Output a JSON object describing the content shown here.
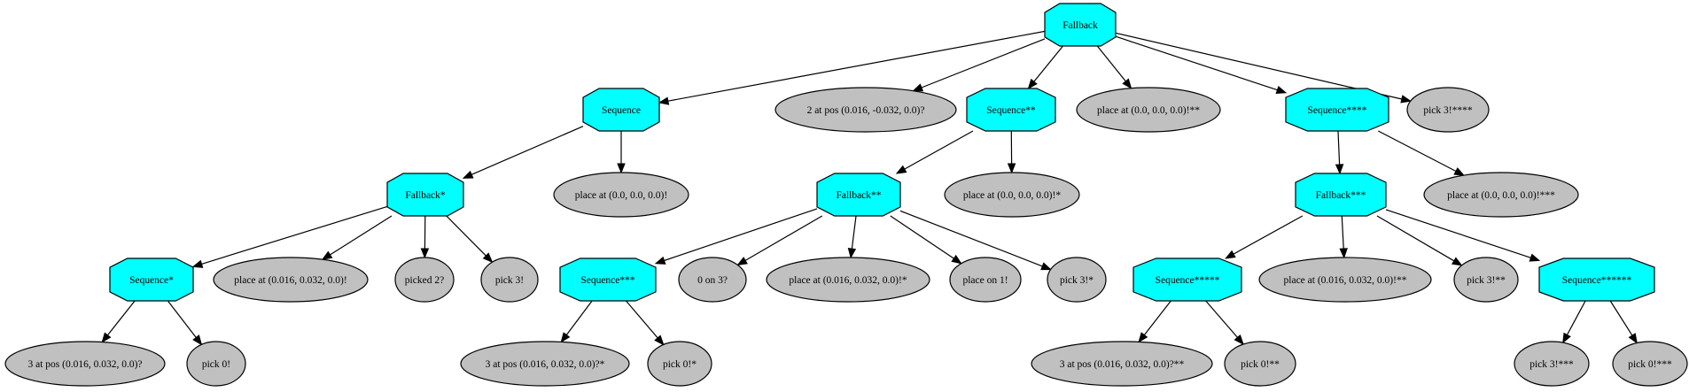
{
  "diagram": {
    "colors": {
      "control_fill": "#00ffff",
      "leaf_fill": "#c0c0c0",
      "stroke": "#000000",
      "background": "#ffffff"
    },
    "nodes": [
      {
        "id": "fallback",
        "label": "Fallback",
        "shape": "octagon"
      },
      {
        "id": "sequence",
        "label": "Sequence",
        "shape": "octagon"
      },
      {
        "id": "two_at_pos",
        "label": "2 at pos (0.016, -0.032, 0.0)?",
        "shape": "ellipse"
      },
      {
        "id": "sequence2",
        "label": "Sequence**",
        "shape": "octagon"
      },
      {
        "id": "place_origin_2",
        "label": "place at (0.0, 0.0, 0.0)!**",
        "shape": "ellipse"
      },
      {
        "id": "sequence4",
        "label": "Sequence****",
        "shape": "octagon"
      },
      {
        "id": "pick3_4",
        "label": "pick 3!****",
        "shape": "ellipse"
      },
      {
        "id": "fallback1",
        "label": "Fallback*",
        "shape": "octagon"
      },
      {
        "id": "place_origin",
        "label": "place at (0.0, 0.0, 0.0)!",
        "shape": "ellipse"
      },
      {
        "id": "fallback2",
        "label": "Fallback**",
        "shape": "octagon"
      },
      {
        "id": "place_origin_1",
        "label": "place at (0.0, 0.0, 0.0)!*",
        "shape": "ellipse"
      },
      {
        "id": "fallback3",
        "label": "Fallback***",
        "shape": "octagon"
      },
      {
        "id": "place_origin_3",
        "label": "place at (0.0, 0.0, 0.0)!***",
        "shape": "ellipse"
      },
      {
        "id": "sequence1",
        "label": "Sequence*",
        "shape": "octagon"
      },
      {
        "id": "place_016",
        "label": "place at (0.016, 0.032, 0.0)!",
        "shape": "ellipse"
      },
      {
        "id": "picked2",
        "label": "picked 2?",
        "shape": "ellipse"
      },
      {
        "id": "pick3",
        "label": "pick 3!",
        "shape": "ellipse"
      },
      {
        "id": "sequence3",
        "label": "Sequence***",
        "shape": "octagon"
      },
      {
        "id": "zero_on_3",
        "label": "0 on 3?",
        "shape": "ellipse"
      },
      {
        "id": "place_016_1",
        "label": "place at (0.016, 0.032, 0.0)!*",
        "shape": "ellipse"
      },
      {
        "id": "place_on_1",
        "label": "place on 1!",
        "shape": "ellipse"
      },
      {
        "id": "pick3_1",
        "label": "pick 3!*",
        "shape": "ellipse"
      },
      {
        "id": "sequence5",
        "label": "Sequence*****",
        "shape": "octagon"
      },
      {
        "id": "place_016_2",
        "label": "place at (0.016, 0.032, 0.0)!**",
        "shape": "ellipse"
      },
      {
        "id": "pick3_2",
        "label": "pick 3!**",
        "shape": "ellipse"
      },
      {
        "id": "sequence6",
        "label": "Sequence******",
        "shape": "octagon"
      },
      {
        "id": "three_at_pos",
        "label": "3 at pos (0.016, 0.032, 0.0)?",
        "shape": "ellipse"
      },
      {
        "id": "pick0",
        "label": "pick 0!",
        "shape": "ellipse"
      },
      {
        "id": "three_at_pos_1",
        "label": "3 at pos (0.016, 0.032, 0.0)?*",
        "shape": "ellipse"
      },
      {
        "id": "pick0_1",
        "label": "pick 0!*",
        "shape": "ellipse"
      },
      {
        "id": "three_at_pos_2",
        "label": "3 at pos (0.016, 0.032, 0.0)?**",
        "shape": "ellipse"
      },
      {
        "id": "pick0_2",
        "label": "pick 0!**",
        "shape": "ellipse"
      },
      {
        "id": "pick3_3",
        "label": "pick 3!***",
        "shape": "ellipse"
      },
      {
        "id": "pick0_3",
        "label": "pick 0!***",
        "shape": "ellipse"
      }
    ],
    "edges": [
      {
        "from": "fallback",
        "to": "sequence"
      },
      {
        "from": "fallback",
        "to": "two_at_pos"
      },
      {
        "from": "fallback",
        "to": "sequence2"
      },
      {
        "from": "fallback",
        "to": "place_origin_2"
      },
      {
        "from": "fallback",
        "to": "sequence4"
      },
      {
        "from": "fallback",
        "to": "pick3_4"
      },
      {
        "from": "sequence",
        "to": "fallback1"
      },
      {
        "from": "sequence",
        "to": "place_origin"
      },
      {
        "from": "sequence2",
        "to": "fallback2"
      },
      {
        "from": "sequence2",
        "to": "place_origin_1"
      },
      {
        "from": "sequence4",
        "to": "fallback3"
      },
      {
        "from": "sequence4",
        "to": "place_origin_3"
      },
      {
        "from": "fallback1",
        "to": "sequence1"
      },
      {
        "from": "fallback1",
        "to": "place_016"
      },
      {
        "from": "fallback1",
        "to": "picked2"
      },
      {
        "from": "fallback1",
        "to": "pick3"
      },
      {
        "from": "fallback2",
        "to": "sequence3"
      },
      {
        "from": "fallback2",
        "to": "zero_on_3"
      },
      {
        "from": "fallback2",
        "to": "place_016_1"
      },
      {
        "from": "fallback2",
        "to": "place_on_1"
      },
      {
        "from": "fallback2",
        "to": "pick3_1"
      },
      {
        "from": "fallback3",
        "to": "sequence5"
      },
      {
        "from": "fallback3",
        "to": "place_016_2"
      },
      {
        "from": "fallback3",
        "to": "pick3_2"
      },
      {
        "from": "fallback3",
        "to": "sequence6"
      },
      {
        "from": "sequence1",
        "to": "three_at_pos"
      },
      {
        "from": "sequence1",
        "to": "pick0"
      },
      {
        "from": "sequence3",
        "to": "three_at_pos_1"
      },
      {
        "from": "sequence3",
        "to": "pick0_1"
      },
      {
        "from": "sequence5",
        "to": "three_at_pos_2"
      },
      {
        "from": "sequence5",
        "to": "pick0_2"
      },
      {
        "from": "sequence6",
        "to": "pick3_3"
      },
      {
        "from": "sequence6",
        "to": "pick0_3"
      }
    ]
  }
}
